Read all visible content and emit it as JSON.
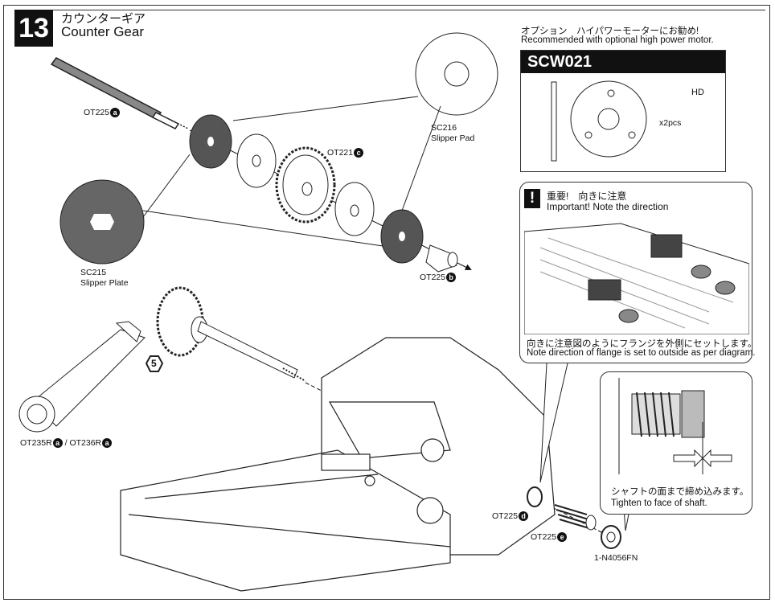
{
  "step": {
    "number": "13",
    "title_jp": "カウンターギア",
    "title_en": "Counter Gear"
  },
  "parts": {
    "shaft_top": {
      "code": "OT225",
      "sub": "a"
    },
    "gear": {
      "code": "OT221",
      "sub": "c"
    },
    "spacer": {
      "code": "OT225",
      "sub": "b"
    },
    "washer": {
      "code": "OT225",
      "sub": "d"
    },
    "spring": {
      "code": "OT225",
      "sub": "e"
    },
    "nut": {
      "code": "1-N4056FN"
    },
    "slipper_pad": {
      "code": "SC216",
      "name": "Slipper Pad"
    },
    "slipper_plate": {
      "code": "SC215",
      "name": "Slipper Plate"
    },
    "wrench": {
      "code_a": "OT235R",
      "sub_a": "a",
      "sep": " / ",
      "code_b": "OT236R",
      "sub_b": "a"
    },
    "wrench_size": "5"
  },
  "option": {
    "jp": "オプション　ハイパワーモーターにお勧め!",
    "en": "Recommended with optional high power motor.",
    "code": "SCW021",
    "hd": "HD",
    "qty": "x2pcs"
  },
  "important": {
    "jp": "重要!　向きに注意",
    "en": "Important! Note the direction",
    "note_jp": "向きに注意図のようにフランジを外側にセットします。",
    "note_en": "Note direction of flange is set to outside as per diagram."
  },
  "tighten": {
    "jp": "シャフトの面まで締め込みます。",
    "en": "Tighten to face of shaft."
  }
}
